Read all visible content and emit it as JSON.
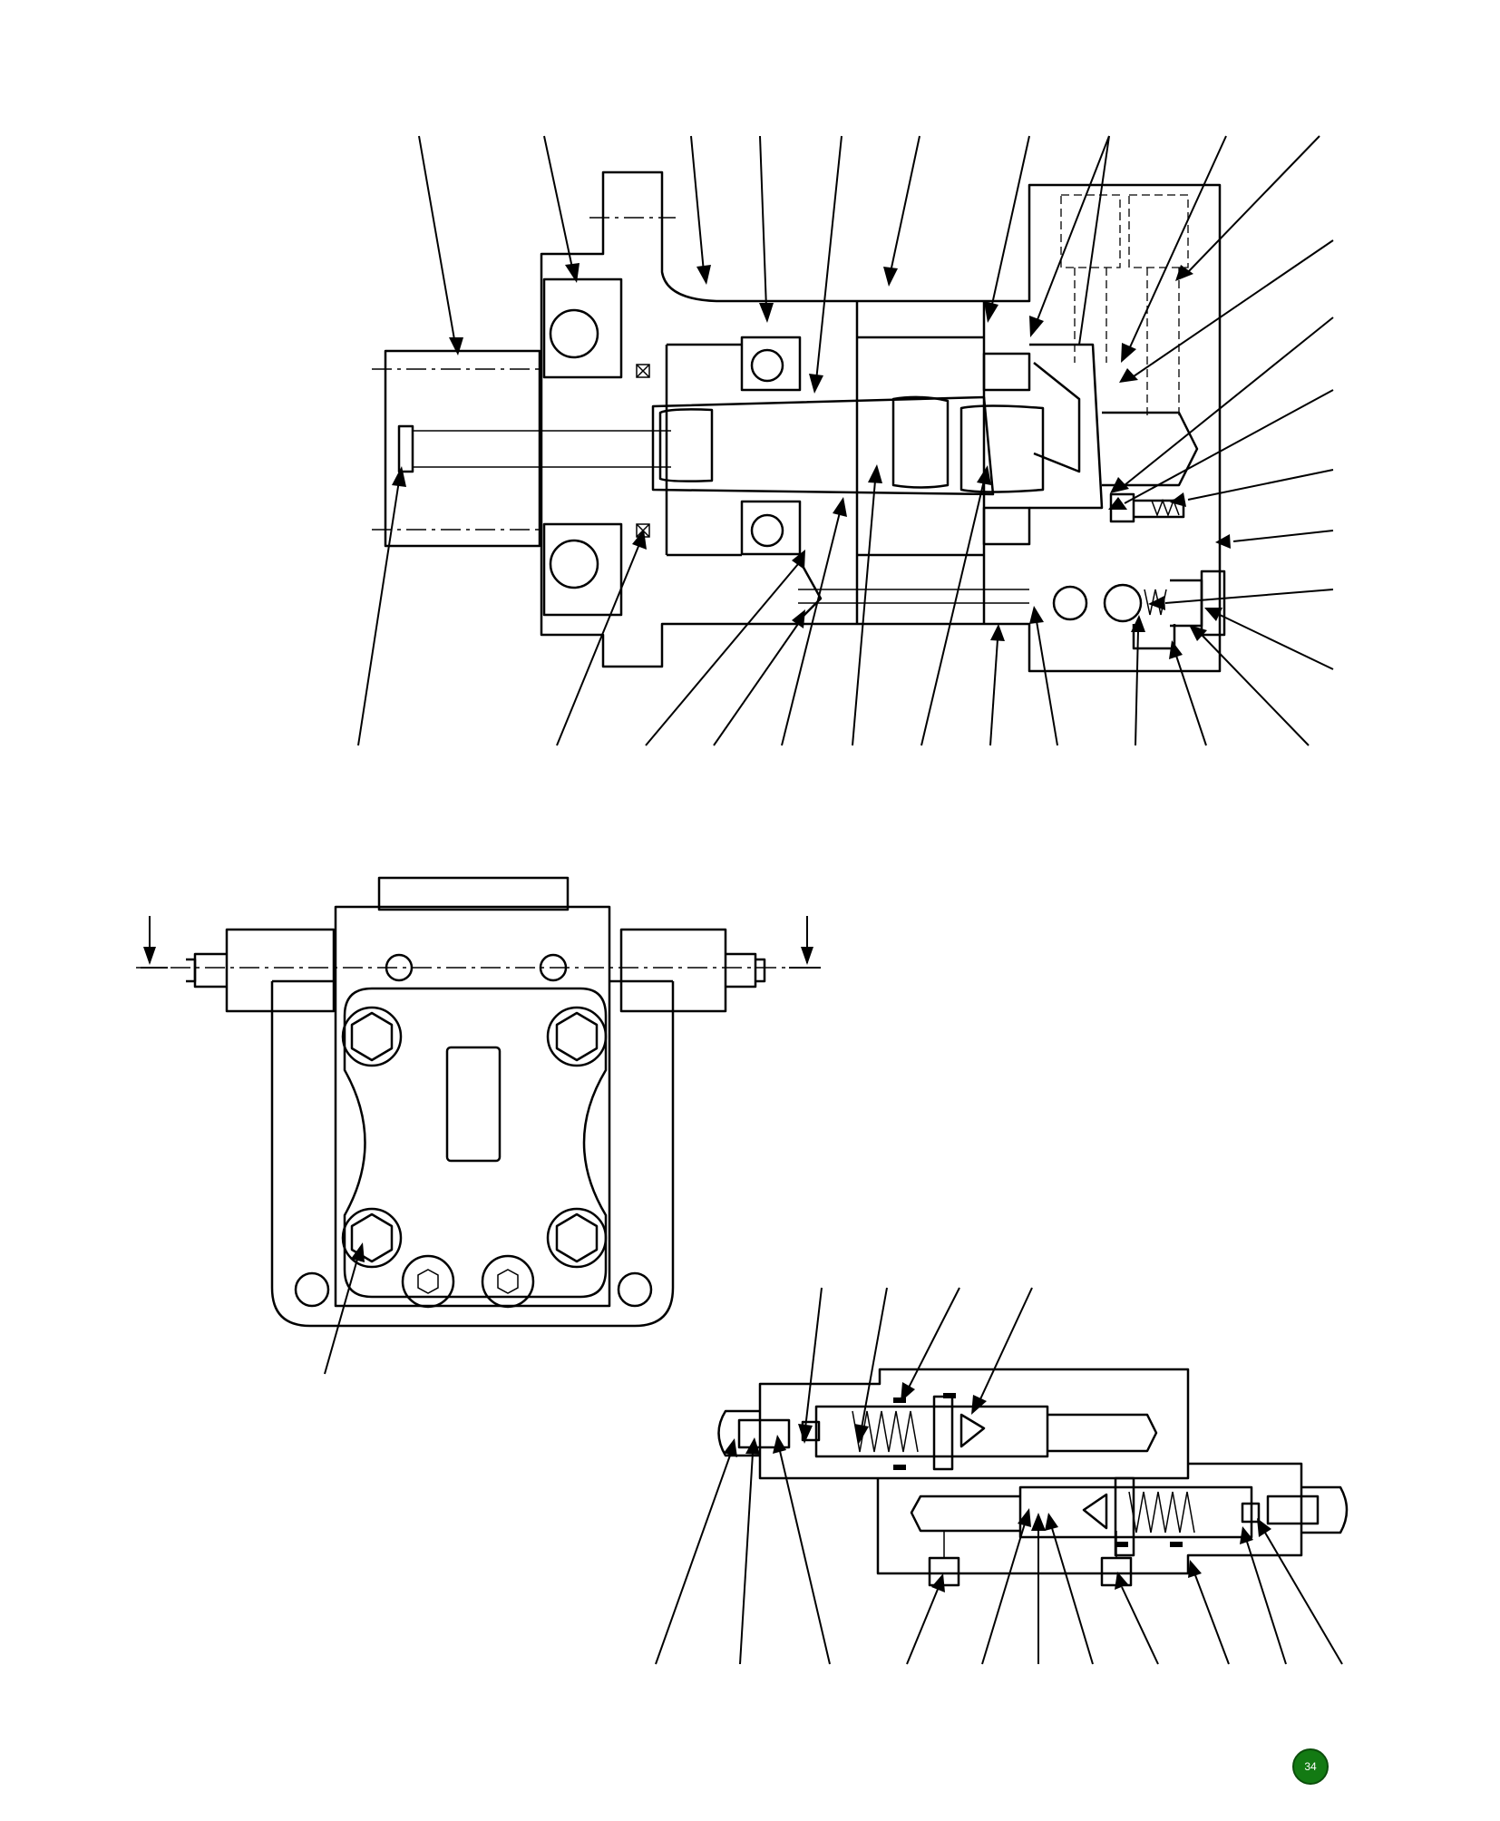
{
  "page": {
    "number": "34",
    "badge_color": "#137a13"
  },
  "views": [
    {
      "name": "pump-cross-section"
    },
    {
      "name": "pump-end-view"
    },
    {
      "name": "valve-block-section"
    }
  ],
  "callout_style": "unnumbered leader lines with arrowheads"
}
